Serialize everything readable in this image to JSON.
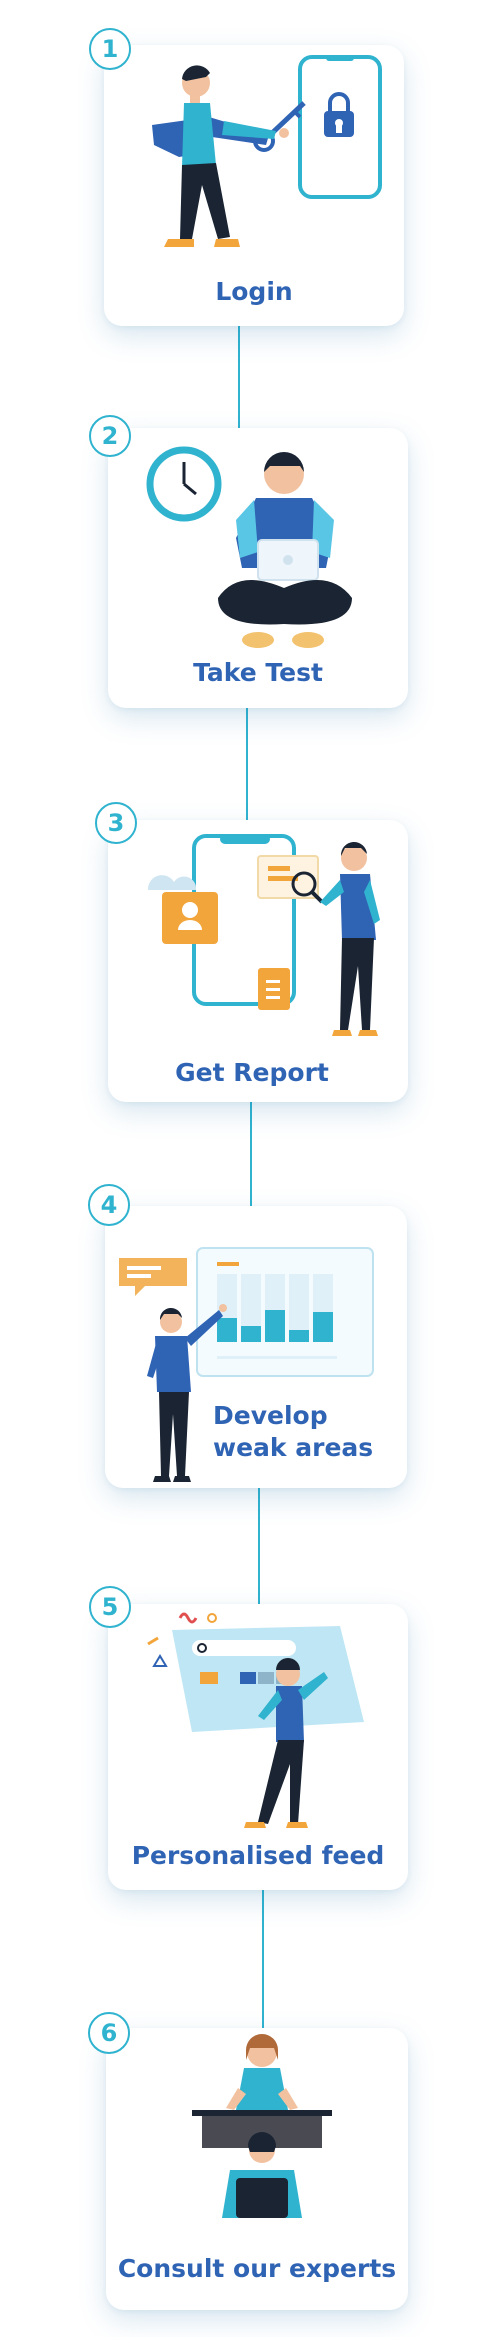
{
  "steps": [
    {
      "number": "1",
      "label": "Login"
    },
    {
      "number": "2",
      "label": "Take Test"
    },
    {
      "number": "3",
      "label": "Get Report"
    },
    {
      "number": "4",
      "label": "Develop weak areas"
    },
    {
      "number": "5",
      "label": "Personalised feed"
    },
    {
      "number": "6",
      "label": "Consult our experts"
    }
  ],
  "colors": {
    "accent": "#2fb3cf",
    "label": "#2f63b4",
    "orange": "#f2a53a",
    "navy": "#1a2433"
  }
}
